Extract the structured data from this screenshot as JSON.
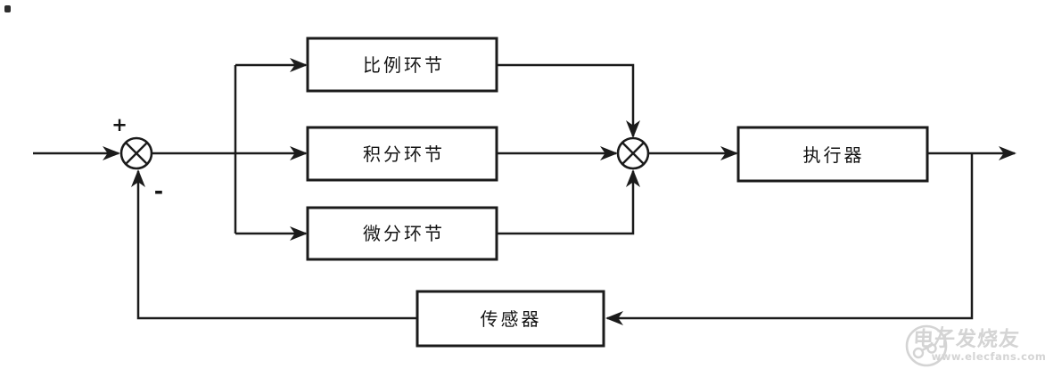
{
  "blocks": {
    "proportional": "比例环节",
    "integral": "积分环节",
    "derivative": "微分环节",
    "actuator": "执行器",
    "sensor": "传感器"
  },
  "signs": {
    "plus": "+",
    "minus": "-"
  },
  "watermark": {
    "brand": "电子发烧友",
    "site": "www.elecfans.com"
  },
  "colors": {
    "line": "#1b1b1b",
    "block_border": "#1b1b1b",
    "block_fill": "#ffffff",
    "background": "#ffffff",
    "watermark": "#d2d2d2"
  }
}
